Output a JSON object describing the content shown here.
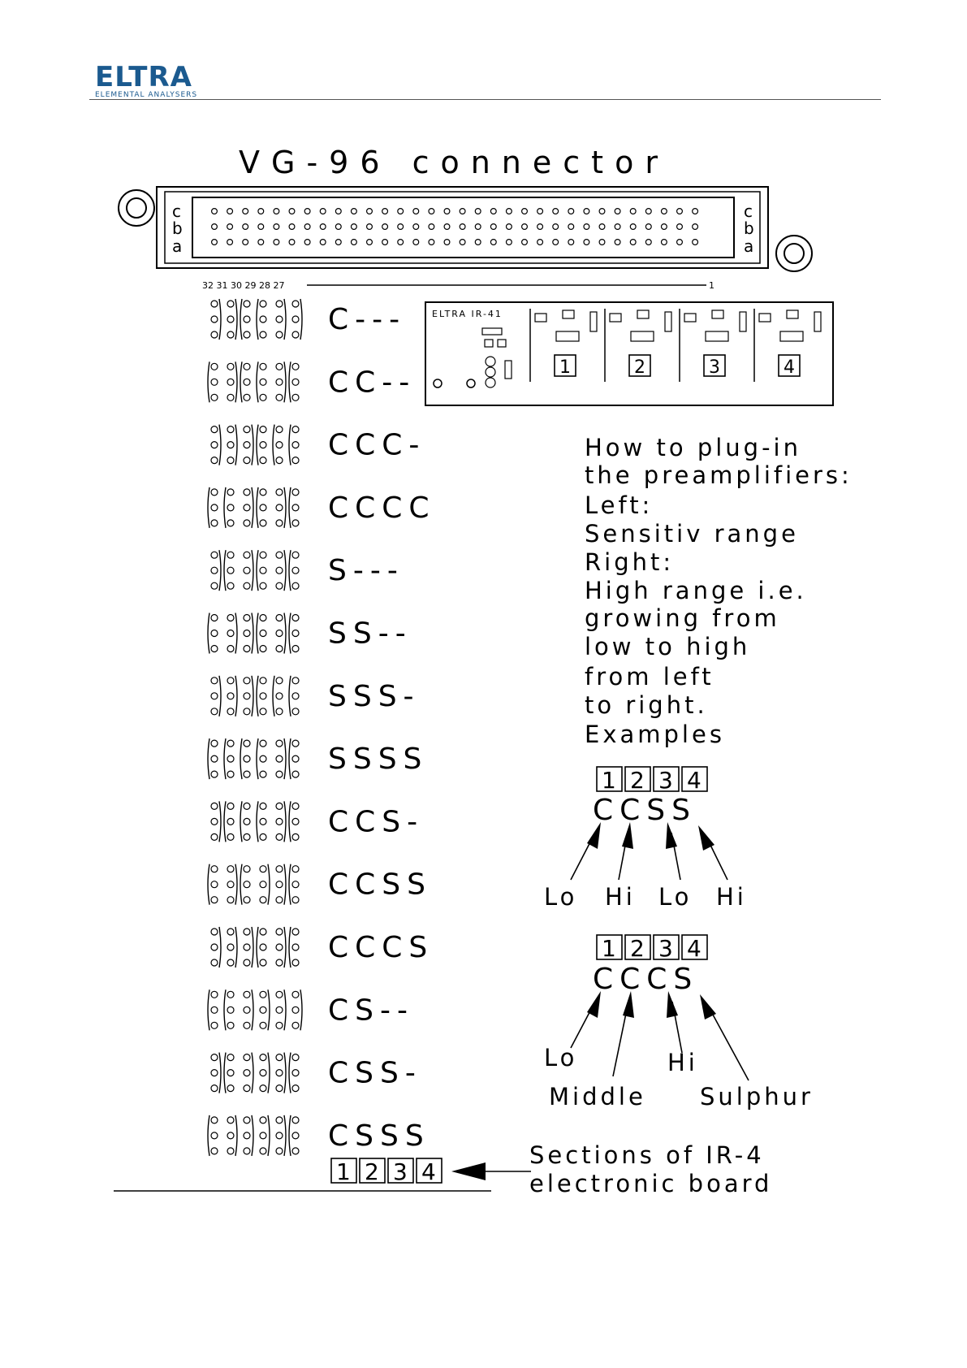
{
  "header": {
    "logo_name": "ELTRA",
    "logo_subtitle": "ELEMENTAL ANALYSERS"
  },
  "connector": {
    "title": "VG-96 connector",
    "row_labels": [
      "c",
      "b",
      "a"
    ],
    "pin_numbers_left": "32 31 30 29 28 27",
    "pin_number_right": "1",
    "pins_per_row": 32
  },
  "board": {
    "label": "ELTRA IR-41",
    "sections": [
      "1",
      "2",
      "3",
      "4"
    ]
  },
  "configurations": [
    {
      "code": "C---",
      "jumpers": [
        0,
        0,
        1,
        1,
        0,
        0
      ]
    },
    {
      "code": "CC--",
      "jumpers": [
        1,
        0,
        1,
        1,
        0,
        1
      ]
    },
    {
      "code": "CCC-",
      "jumpers": [
        0,
        0,
        0,
        1,
        1,
        1
      ]
    },
    {
      "code": "CCCC",
      "jumpers": [
        1,
        1,
        0,
        1,
        0,
        1
      ]
    },
    {
      "code": "S---",
      "jumpers": [
        0,
        1,
        0,
        1,
        0,
        1
      ]
    },
    {
      "code": "SS--",
      "jumpers": [
        1,
        0,
        0,
        1,
        0,
        1
      ]
    },
    {
      "code": "SSS-",
      "jumpers": [
        0,
        0,
        0,
        1,
        1,
        1
      ]
    },
    {
      "code": "SSSS",
      "jumpers": [
        1,
        1,
        1,
        1,
        0,
        1
      ]
    },
    {
      "code": "CCS-",
      "jumpers": [
        0,
        1,
        1,
        1,
        0,
        1
      ]
    },
    {
      "code": "CCSS",
      "jumpers": [
        1,
        0,
        1,
        0,
        0,
        1
      ]
    },
    {
      "code": "CCCS",
      "jumpers": [
        0,
        0,
        0,
        1,
        0,
        1
      ]
    },
    {
      "code": "CS--",
      "jumpers": [
        1,
        1,
        0,
        0,
        0,
        0
      ]
    },
    {
      "code": "CSS-",
      "jumpers": [
        0,
        1,
        0,
        0,
        0,
        1
      ]
    },
    {
      "code": "CSSS",
      "jumpers": [
        1,
        0,
        0,
        0,
        0,
        1
      ]
    }
  ],
  "instructions": [
    "How to plug-in",
    "the preamplifiers:",
    "Left:",
    "Sensitiv  range",
    "Right:",
    "High range  i.e.",
    "growing from",
    "low to high",
    "from  left",
    "to  right.",
    "Examples"
  ],
  "example1": {
    "sections": [
      "1",
      "2",
      "3",
      "4"
    ],
    "code": "CCSS",
    "labels": [
      "Lo",
      "Hi",
      "Lo",
      "Hi"
    ]
  },
  "example2": {
    "sections": [
      "1",
      "2",
      "3",
      "4"
    ],
    "code": "CCCS",
    "label_lo": "Lo",
    "label_hi": "Hi",
    "label_middle": "Middle",
    "label_sulphur": "Sulphur"
  },
  "footer_sections": [
    "1",
    "2",
    "3",
    "4"
  ],
  "footer_caption": [
    "Sections of IR-4",
    "electronic board"
  ]
}
